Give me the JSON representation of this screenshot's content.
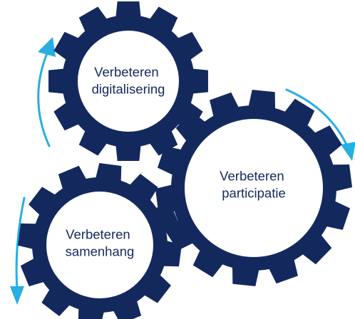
{
  "gears": [
    {
      "id": "digitalisering",
      "lines": [
        "Verbeteren",
        "digitalisering"
      ]
    },
    {
      "id": "participatie",
      "lines": [
        "Verbeteren",
        "participatie"
      ]
    },
    {
      "id": "samenhang",
      "lines": [
        "Verbeteren",
        "samenhang"
      ]
    }
  ],
  "colors": {
    "gear": "#13295e",
    "face": "#ffffff",
    "arrow": "#27aee3",
    "text": "#13295e"
  }
}
